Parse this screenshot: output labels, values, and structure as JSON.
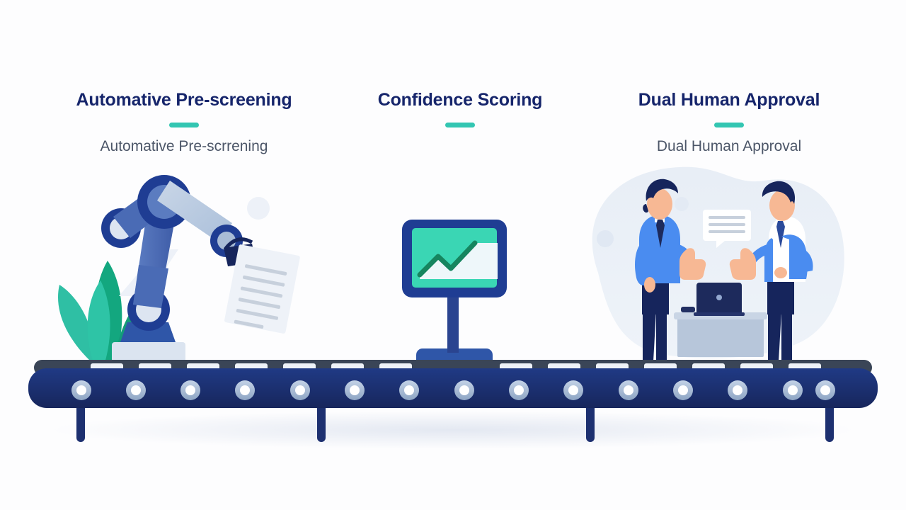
{
  "page": {
    "background_color": "#fdfdfe",
    "layout": "three-column infographic over a conveyor-belt illustration"
  },
  "columns": [
    {
      "title": "Automative Pre-screening",
      "subtitle": "Automative Pre-scrrening",
      "accent_color": "#33c6b2",
      "title_color": "#16256b",
      "subtitle_color": "#4c5668",
      "illustration": "robotic-arm-holding-document"
    },
    {
      "title": "Confidence Scoring",
      "subtitle": "",
      "accent_color": "#33c6b2",
      "title_color": "#16256b",
      "subtitle_color": "#4c5668",
      "illustration": "monitor-with-rising-line-chart"
    },
    {
      "title": "Dual Human Approval",
      "subtitle": "Dual Human Approval",
      "accent_color": "#33c6b2",
      "title_color": "#16256b",
      "subtitle_color": "#4c5668",
      "illustration": "two-businessmen-thumbs-up-at-desk"
    }
  ],
  "illustration": {
    "conveyor": {
      "body_color": "#1d3070",
      "belt_color": "#3a4557",
      "slat_color": "#eef2f8",
      "roller_ring_color": "#a9bcd6",
      "roller_center_color": "#ffffff",
      "roller_count": 15,
      "leg_count": 4,
      "shadow_color": "#eceff6"
    },
    "robot_arm": {
      "joint_color": "#1f3d93",
      "limb_light_color": "#b8c8de",
      "limb_mid_color": "#4a6bb5",
      "base_color": "#dbe4f0",
      "document_color": "#eef2f8",
      "document_clip_color": "#16255c",
      "document_line_count": 6,
      "plant_leaf_colors": [
        "#2ec4a6",
        "#13a77f",
        "#2fbfa4",
        "#139b79"
      ]
    },
    "monitor": {
      "frame_color": "#1f3d93",
      "screen_color": "#3ad6b4",
      "chart_area_color": "#eef7fa",
      "chart_line_color": "#16855f",
      "stand_color": "#2a4490",
      "base_color": "#2f56a8"
    },
    "people": {
      "blob_color": "#e6ecf5",
      "skin_color": "#f7b894",
      "hair_color": "#16255c",
      "shirt_blue": "#4a8cf0",
      "shirt_white": "#ffffff",
      "trousers_color": "#16255c",
      "tie_color": "#1d2a5c",
      "desk_color": "#b7c6da",
      "laptop_color": "#1d2a5c",
      "speech_bubble_color": "#ffffff",
      "speech_line_color": "#c7d0dc",
      "speech_line_count": 3
    }
  }
}
